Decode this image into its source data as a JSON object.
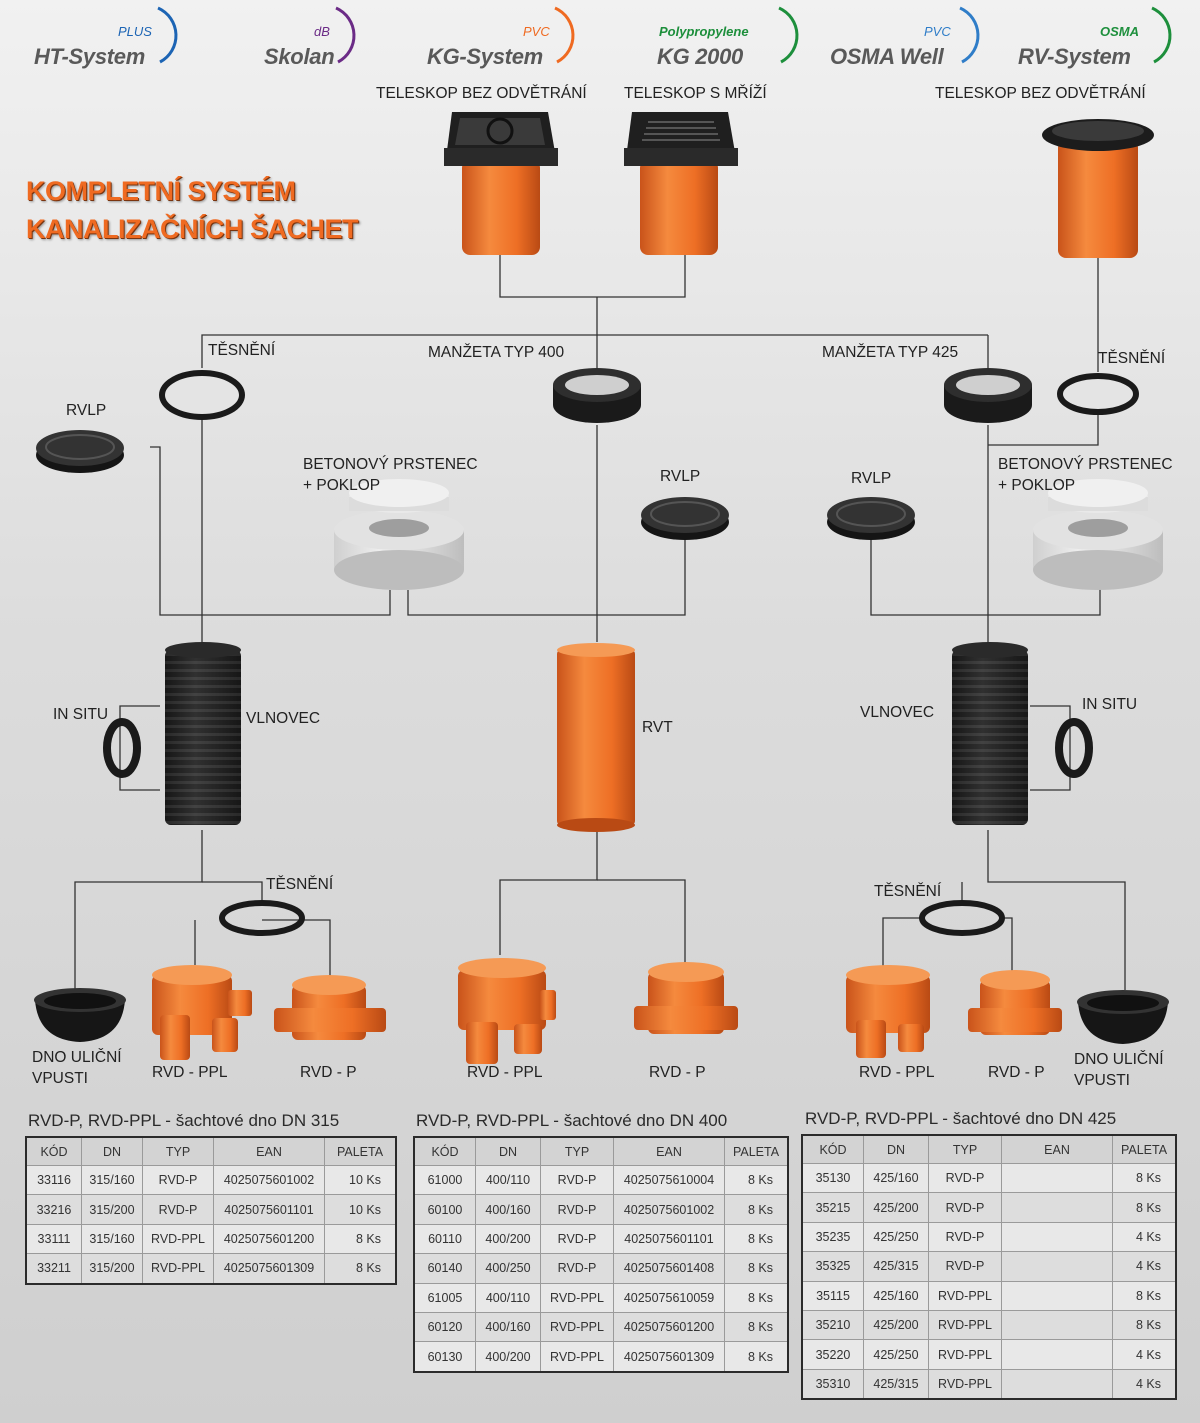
{
  "brands": [
    {
      "sup": "PLUS",
      "name": "HT-System",
      "color": "#1c64b4"
    },
    {
      "sup": "dB",
      "name": "Skolan",
      "color": "#6b2b86"
    },
    {
      "sup": "PVC",
      "name": "KG-System",
      "color": "#ef6a21"
    },
    {
      "sup": "Polypropylene",
      "name": "KG 2000",
      "color": "#1d8f3c"
    },
    {
      "sup": "PVC",
      "name": "OSMA Well",
      "color": "#2f7dc8"
    },
    {
      "sup": "OSMA",
      "name": "RV-System",
      "color": "#1d8f3c"
    }
  ],
  "title": {
    "line1": "KOMPLETNÍ SYSTÉM",
    "line2": "KANALIZAČNÍCH ŠACHET"
  },
  "labels": {
    "teleskop_bez_1": "TELESKOP BEZ ODVĚTRÁNÍ",
    "teleskop_s_mrizi": "TELESKOP S MŘÍŽÍ",
    "teleskop_bez_2": "TELESKOP BEZ ODVĚTRÁNÍ",
    "tesneni_1": "TĚSNĚNÍ",
    "manzeta_400": "MANŽETA TYP 400",
    "manzeta_425": "MANŽETA TYP 425",
    "tesneni_2": "TĚSNĚNÍ",
    "rvlp_1": "RVLP",
    "betonovy_1a": "BETONOVÝ PRSTENEC",
    "betonovy_1b": "+ POKLOP",
    "rvlp_2": "RVLP",
    "rvlp_3": "RVLP",
    "betonovy_2a": "BETONOVÝ PRSTENEC",
    "betonovy_2b": "+ POKLOP",
    "in_situ_1": "IN SITU",
    "vlnovec_1": "VLNOVEC",
    "rvt": "RVT",
    "vlnovec_2": "VLNOVEC",
    "in_situ_2": "IN SITU",
    "tesneni_3": "TĚSNĚNÍ",
    "tesneni_4": "TĚSNĚNÍ",
    "dno_1a": "DNO ULIČNÍ",
    "dno_1b": "VPUSTI",
    "rvd_ppl_1": "RVD - PPL",
    "rvd_p_1": "RVD - P",
    "rvd_ppl_2": "RVD - PPL",
    "rvd_p_2": "RVD - P",
    "rvd_ppl_3": "RVD - PPL",
    "rvd_p_3": "RVD - P",
    "dno_2a": "DNO ULIČNÍ",
    "dno_2b": "VPUSTI"
  },
  "tables": [
    {
      "title": "RVD-P, RVD-PPL - šachtové dno DN 315",
      "headers": [
        "KÓD",
        "DN",
        "TYP",
        "EAN",
        "PALETA"
      ],
      "rows": [
        [
          "33116",
          "315/160",
          "RVD-P",
          "4025075601002",
          "10 Ks"
        ],
        [
          "33216",
          "315/200",
          "RVD-P",
          "4025075601101",
          "10 Ks"
        ],
        [
          "33111",
          "315/160",
          "RVD-PPL",
          "4025075601200",
          "8 Ks"
        ],
        [
          "33211",
          "315/200",
          "RVD-PPL",
          "4025075601309",
          "8 Ks"
        ]
      ]
    },
    {
      "title": "RVD-P, RVD-PPL - šachtové dno DN 400",
      "headers": [
        "KÓD",
        "DN",
        "TYP",
        "EAN",
        "PALETA"
      ],
      "rows": [
        [
          "61000",
          "400/110",
          "RVD-P",
          "4025075610004",
          "8 Ks"
        ],
        [
          "60100",
          "400/160",
          "RVD-P",
          "4025075601002",
          "8 Ks"
        ],
        [
          "60110",
          "400/200",
          "RVD-P",
          "4025075601101",
          "8 Ks"
        ],
        [
          "60140",
          "400/250",
          "RVD-P",
          "4025075601408",
          "8 Ks"
        ],
        [
          "61005",
          "400/110",
          "RVD-PPL",
          "4025075610059",
          "8 Ks"
        ],
        [
          "60120",
          "400/160",
          "RVD-PPL",
          "4025075601200",
          "8 Ks"
        ],
        [
          "60130",
          "400/200",
          "RVD-PPL",
          "4025075601309",
          "8 Ks"
        ]
      ]
    },
    {
      "title": "RVD-P, RVD-PPL - šachtové dno DN 425",
      "headers": [
        "KÓD",
        "DN",
        "TYP",
        "EAN",
        "PALETA"
      ],
      "rows": [
        [
          "35130",
          "425/160",
          "RVD-P",
          "",
          "8 Ks"
        ],
        [
          "35215",
          "425/200",
          "RVD-P",
          "",
          "8 Ks"
        ],
        [
          "35235",
          "425/250",
          "RVD-P",
          "",
          "4 Ks"
        ],
        [
          "35325",
          "425/315",
          "RVD-P",
          "",
          "4 Ks"
        ],
        [
          "35115",
          "425/160",
          "RVD-PPL",
          "",
          "8 Ks"
        ],
        [
          "35210",
          "425/200",
          "RVD-PPL",
          "",
          "8 Ks"
        ],
        [
          "35220",
          "425/250",
          "RVD-PPL",
          "",
          "4 Ks"
        ],
        [
          "35310",
          "425/315",
          "RVD-PPL",
          "",
          "4 Ks"
        ]
      ]
    }
  ]
}
